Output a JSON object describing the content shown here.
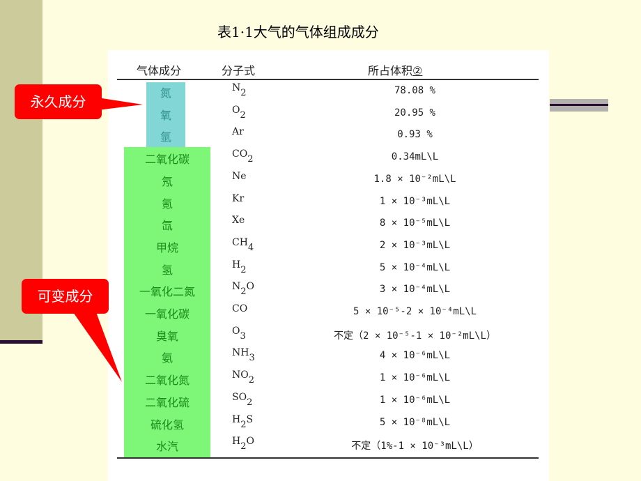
{
  "title": "表1·1大气的气体组成成分",
  "table": {
    "headers": {
      "name": "气体成分",
      "formula": "分子式",
      "volume": "所占体积",
      "volume_note": "②"
    },
    "rows": [
      {
        "name": "氮",
        "formula": "N",
        "sub": "2",
        "tail": "",
        "volume": "78.08 %",
        "group": "permanent"
      },
      {
        "name": "氧",
        "formula": "O",
        "sub": "2",
        "tail": "",
        "volume": "20.95 %",
        "group": "permanent"
      },
      {
        "name": "氩",
        "formula": "Ar",
        "sub": "",
        "tail": "",
        "volume": "0.93 %",
        "group": "permanent"
      },
      {
        "name": "二氧化碳",
        "formula": "CO",
        "sub": "2",
        "tail": "",
        "volume": "0.34mL\\L",
        "group": "variable"
      },
      {
        "name": "氖",
        "formula": "Ne",
        "sub": "",
        "tail": "",
        "volume": "1.8 × 10⁻²mL\\L",
        "group": "variable"
      },
      {
        "name": "氪",
        "formula": "Kr",
        "sub": "",
        "tail": "",
        "volume": "1 × 10⁻³mL\\L",
        "group": "variable"
      },
      {
        "name": "氙",
        "formula": "Xe",
        "sub": "",
        "tail": "",
        "volume": "8 × 10⁻⁵mL\\L",
        "group": "variable"
      },
      {
        "name": "甲烷",
        "formula": "CH",
        "sub": "4",
        "tail": "",
        "volume": "2 × 10⁻³mL\\L",
        "group": "variable"
      },
      {
        "name": "氢",
        "formula": "H",
        "sub": "2",
        "tail": "",
        "volume": "5 × 10⁻⁴mL\\L",
        "group": "variable"
      },
      {
        "name": "一氧化二氮",
        "formula": "N",
        "sub": "2",
        "tail": "O",
        "volume": "3 × 10⁻⁴mL\\L",
        "group": "variable"
      },
      {
        "name": "一氧化碳",
        "formula": "CO",
        "sub": "",
        "tail": "",
        "volume": "5 × 10⁻⁵-2 × 10⁻⁴mL\\L",
        "group": "variable"
      },
      {
        "name": "臭氧",
        "formula": "O",
        "sub": "3",
        "tail": "",
        "volume": "不定（2 × 10⁻⁵-1 × 10⁻²mL\\L）",
        "group": "variable"
      },
      {
        "name": "氨",
        "formula": "NH",
        "sub": "3",
        "tail": "",
        "volume": "4 × 10⁻⁶mL\\L",
        "group": "variable"
      },
      {
        "name": "二氧化氮",
        "formula": "NO",
        "sub": "2",
        "tail": "",
        "volume": "1 × 10⁻⁶mL\\L",
        "group": "variable"
      },
      {
        "name": "二氧化硫",
        "formula": "SO",
        "sub": "2",
        "tail": "",
        "volume": "1 × 10⁻⁶mL\\L",
        "group": "variable"
      },
      {
        "name": "硫化氢",
        "formula": "H",
        "sub": "2",
        "tail": "S",
        "volume": "5 × 10⁻⁸mL\\L",
        "group": "variable"
      },
      {
        "name": "水汽",
        "formula": "H",
        "sub": "2",
        "tail": "O",
        "volume": "不定（1%-1 × 10⁻³mL\\L）",
        "group": "variable"
      }
    ]
  },
  "callouts": {
    "permanent": "永久成分",
    "variable": "可变成分"
  },
  "colors": {
    "background": "#fffde0",
    "left_band": "#cccb9b",
    "permanent_highlight": "#82d6d6",
    "variable_highlight": "#7ef779",
    "callout": "#ff0000",
    "accent_line": "#2a0f35"
  }
}
